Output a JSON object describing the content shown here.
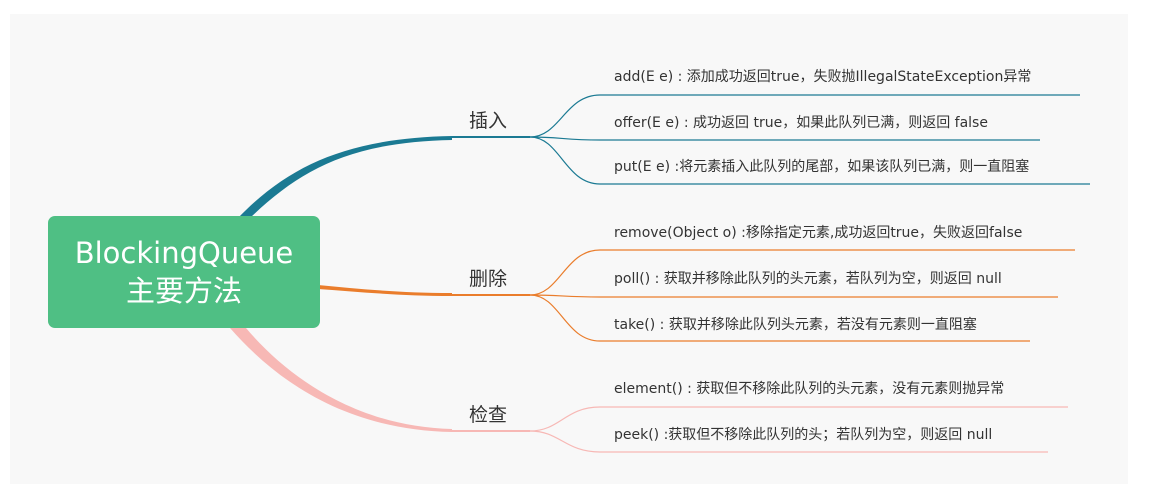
{
  "root": {
    "line1": "BlockingQueue",
    "line2": "主要方法"
  },
  "branches": [
    {
      "label": "插入",
      "color": "#1b7a93",
      "items": [
        "add(E e) : 添加成功返回true，失败抛IllegalStateException异常",
        "offer(E e) : 成功返回 true，如果此队列已满，则返回 false",
        "put(E e) :将元素插入此队列的尾部，如果该队列已满，则一直阻塞"
      ]
    },
    {
      "label": "删除",
      "color": "#ea7d2c",
      "items": [
        "remove(Object o) :移除指定元素,成功返回true，失败返回false",
        "poll() : 获取并移除此队列的头元素，若队列为空，则返回 null",
        "take() : 获取并移除此队列头元素，若没有元素则一直阻塞"
      ]
    },
    {
      "label": "检查",
      "color": "#f7b8b5",
      "items": [
        "element()  : 获取但不移除此队列的头元素，没有元素则抛异常",
        "peek() :获取但不移除此队列的头；若队列为空，则返回 null"
      ]
    }
  ]
}
